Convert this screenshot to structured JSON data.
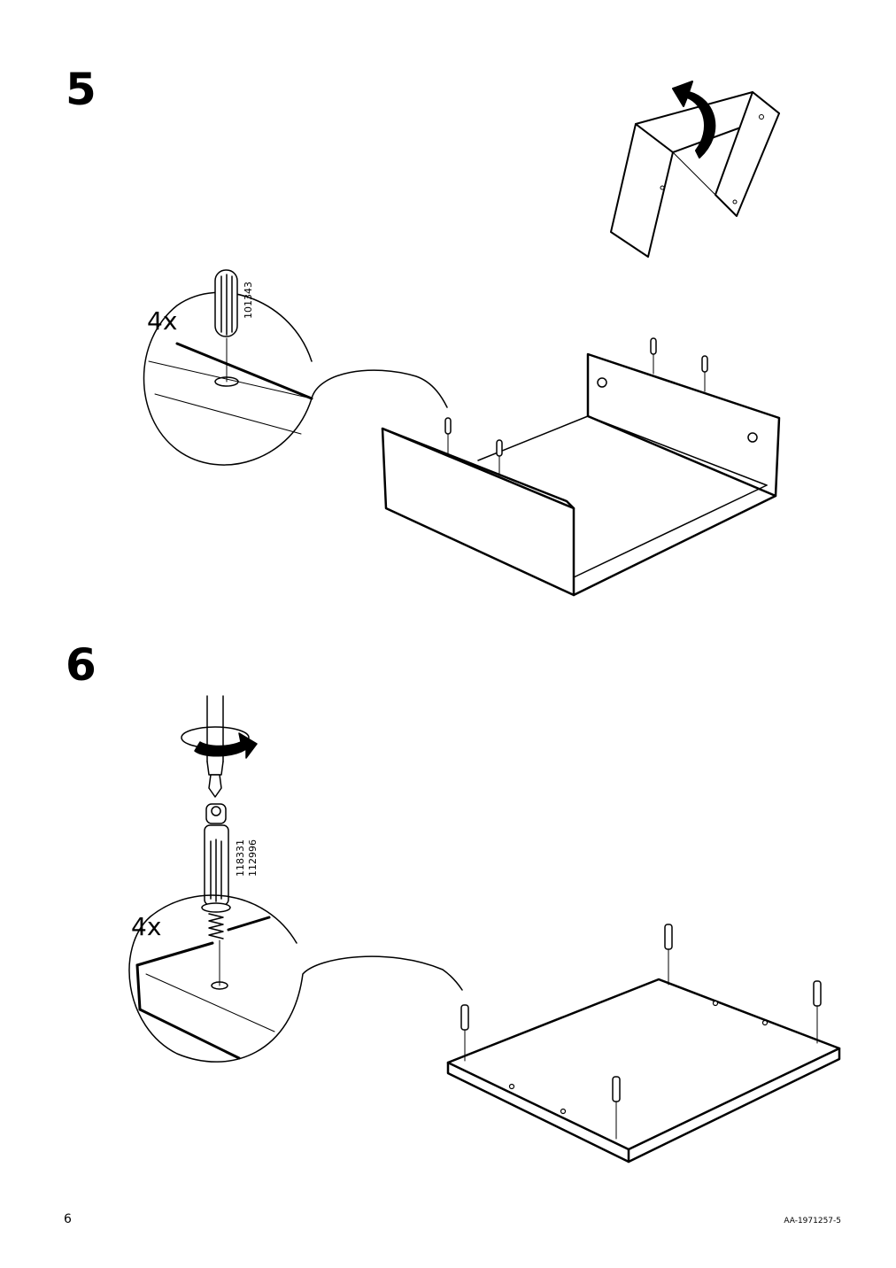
{
  "steps": [
    {
      "number": "5",
      "quantity": "4x",
      "part_ids": [
        "101343"
      ]
    },
    {
      "number": "6",
      "quantity": "4x",
      "part_ids": [
        "118331",
        "112996"
      ]
    }
  ],
  "footer": {
    "page_number": "6",
    "document_id": "AA-1971257-5"
  }
}
